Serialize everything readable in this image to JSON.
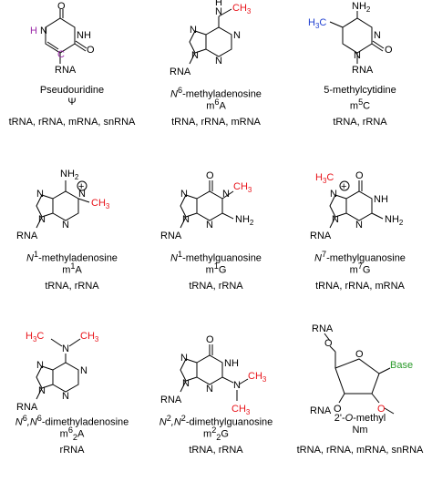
{
  "cells": [
    {
      "name": "Pseudouridine",
      "abbr": "Ψ",
      "rnas": "tRNA, rRNA, mRNA, snRNA",
      "atoms": {
        "o_top": "O",
        "o_right": "O",
        "nh": "NH",
        "h": "H",
        "n": "N",
        "c": "C",
        "rna": "RNA"
      }
    },
    {
      "name_pre": "N",
      "name_sup": "6",
      "name_post": "-methyladenosine",
      "abbr_pre": "m",
      "abbr_sup": "6",
      "abbr_post": "A",
      "rnas": "tRNA, rRNA, mRNA",
      "atoms": {
        "nh": "N",
        "h": "H",
        "ch3": "CH",
        "ch3_sub": "3",
        "n1": "N",
        "n2": "N",
        "n3": "N",
        "n4": "N",
        "rna": "RNA"
      }
    },
    {
      "name": "5-methylcytidine",
      "abbr_pre": "m",
      "abbr_sup": "5",
      "abbr_post": "C",
      "rnas": "tRNA, rRNA",
      "atoms": {
        "nh2": "NH",
        "nh2_sub": "2",
        "h3c": "H",
        "h3c_sub": "3",
        "h3c_c": "C",
        "n1": "N",
        "n2": "N",
        "o": "O",
        "rna": "RNA"
      }
    },
    {
      "name_pre": "N",
      "name_sup": "1",
      "name_post": "-methyladenosine",
      "abbr_pre": "m",
      "abbr_sup": "1",
      "abbr_post": "A",
      "rnas": "tRNA, rRNA",
      "atoms": {
        "nh2": "NH",
        "nh2_sub": "2",
        "plus": "+",
        "ch3": "CH",
        "ch3_sub": "3",
        "n1": "N",
        "n2": "N",
        "n3": "N",
        "n4": "N",
        "rna": "RNA"
      }
    },
    {
      "name_pre": "N",
      "name_sup": "1",
      "name_post": "-methylguanosine",
      "abbr_pre": "m",
      "abbr_sup": "1",
      "abbr_post": "G",
      "rnas": "tRNA, rRNA",
      "atoms": {
        "o": "O",
        "ch3": "CH",
        "ch3_sub": "3",
        "nh2": "NH",
        "nh2_sub": "2",
        "n1": "N",
        "n2": "N",
        "n3": "N",
        "n4": "N",
        "rna": "RNA"
      }
    },
    {
      "name_pre": "N",
      "name_sup": "7",
      "name_post": "-methylguanosine",
      "abbr_pre": "m",
      "abbr_sup": "7",
      "abbr_post": "G",
      "rnas": "tRNA, rRNA, mRNA",
      "atoms": {
        "h3c": "H",
        "h3c_sub": "3",
        "h3c_c": "C",
        "plus": "+",
        "o": "O",
        "nh": "NH",
        "nh2": "NH",
        "nh2_sub": "2",
        "n1": "N",
        "n2": "N",
        "n3": "N",
        "rna": "RNA"
      }
    },
    {
      "name_pre": "N",
      "name_sup": "6",
      "name_mid": ",N",
      "name_sup2": "6",
      "name_post": "-dimethyladenosine",
      "abbr_pre": "m",
      "abbr_sup": "6",
      "abbr_sub": "2",
      "abbr_post": "A",
      "rnas": "rRNA",
      "atoms": {
        "h3c": "H",
        "h3c_sub": "3",
        "h3c_c": "C",
        "ch3": "CH",
        "ch3_sub": "3",
        "n_top": "N",
        "n1": "N",
        "n2": "N",
        "n3": "N",
        "n4": "N",
        "rna": "RNA"
      }
    },
    {
      "name_pre": "N",
      "name_sup": "2",
      "name_mid": ",N",
      "name_sup2": "2",
      "name_post": "-dimethylguanosine",
      "abbr_pre": "m",
      "abbr_sup": "2",
      "abbr_sub": "2",
      "abbr_post": "G",
      "rnas": "tRNA, rRNA",
      "atoms": {
        "o": "O",
        "nh": "NH",
        "n_sub": "N",
        "ch3a": "CH",
        "ch3a_sub": "3",
        "ch3b": "CH",
        "ch3b_sub": "3",
        "n1": "N",
        "n2": "N",
        "n3": "N",
        "rna": "RNA"
      }
    },
    {
      "name_pre": "2'-",
      "name_ital": "O",
      "name_post": "-methyl",
      "abbr": "Nm",
      "rnas": "tRNA, rRNA, mRNA, snRNA",
      "atoms": {
        "rna_top": "RNA",
        "o_top": "O",
        "o_ring": "O",
        "base": "Base",
        "rna_bot": "RNA",
        "o3": "O",
        "o2": "O",
        "me": "–"
      }
    }
  ]
}
